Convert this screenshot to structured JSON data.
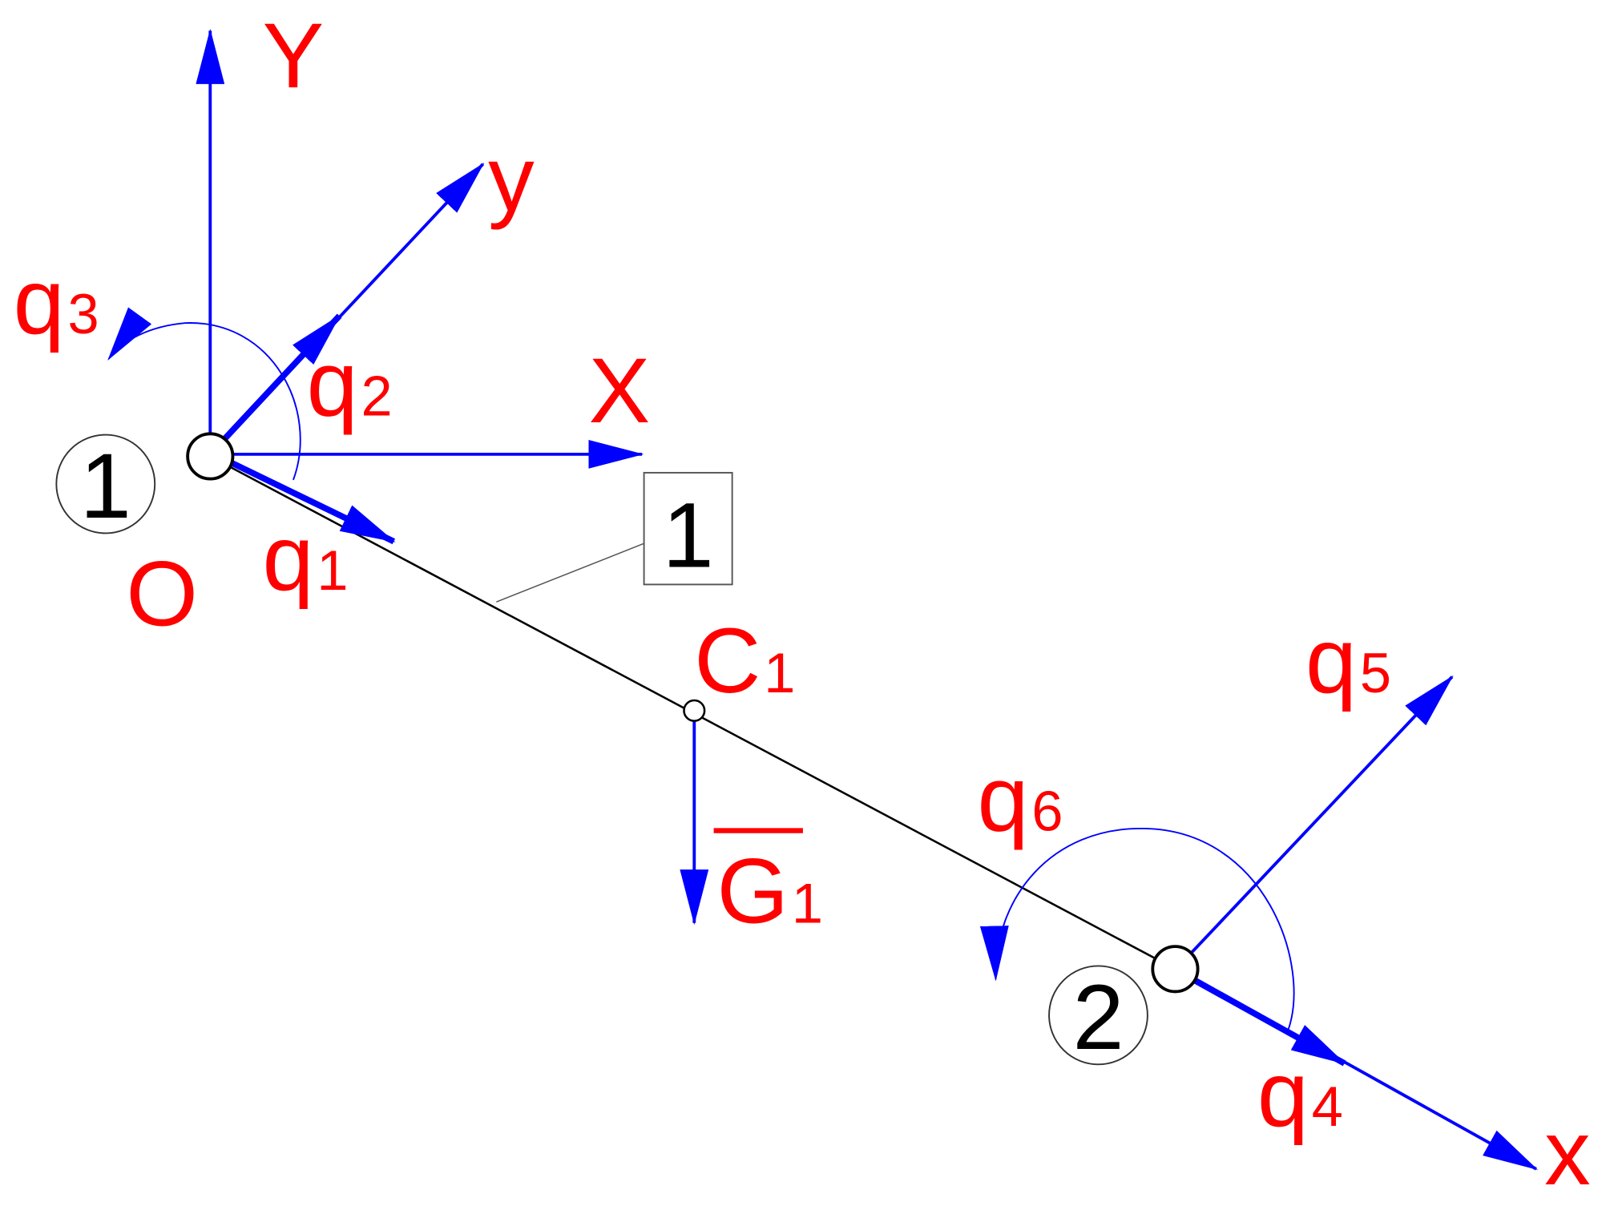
{
  "diagram": {
    "global_axes": {
      "X": "X",
      "Y": "Y",
      "origin": "O"
    },
    "local_axes": {
      "x": "x",
      "y": "y"
    },
    "nodes": [
      {
        "label": "1"
      },
      {
        "label": "2"
      }
    ],
    "member": {
      "label": "1"
    },
    "centroid": {
      "label": "C",
      "subscript": "1"
    },
    "weight": {
      "label": "G",
      "subscript": "1"
    },
    "dofs": [
      {
        "label": "q",
        "subscript": "1"
      },
      {
        "label": "q",
        "subscript": "2"
      },
      {
        "label": "q",
        "subscript": "3"
      },
      {
        "label": "q",
        "subscript": "4"
      },
      {
        "label": "q",
        "subscript": "5"
      },
      {
        "label": "q",
        "subscript": "6"
      }
    ],
    "colors": {
      "labels": "#ff0000",
      "arrows": "#0000ff",
      "structure": "#000000"
    }
  }
}
